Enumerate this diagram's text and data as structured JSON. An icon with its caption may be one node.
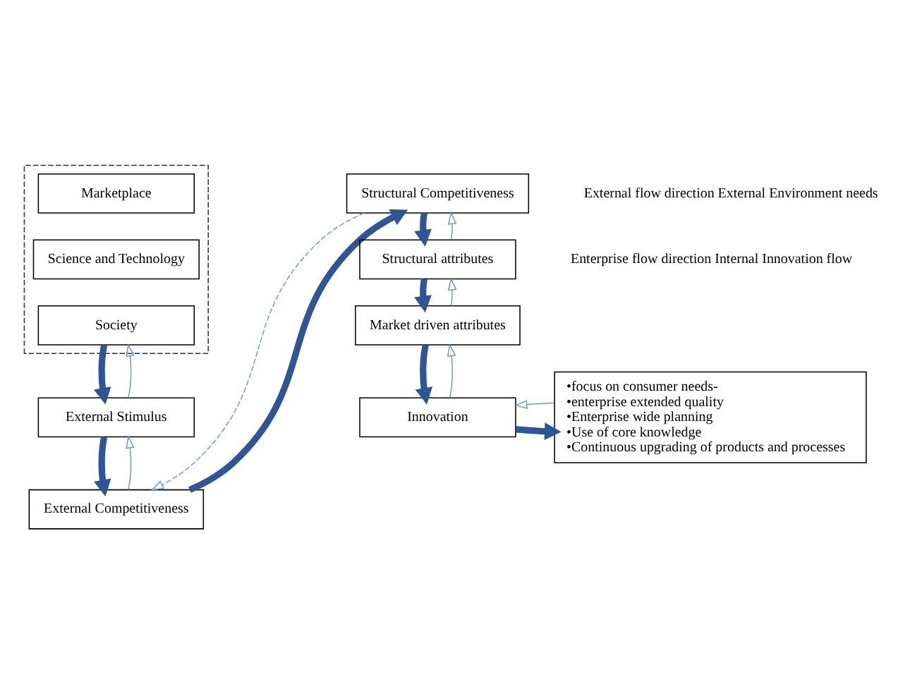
{
  "diagram": {
    "nodes": [
      {
        "text": [],
        "shape": "box"
      },
      {
        "text": [
          "Marketplace"
        ],
        "in": 0
      },
      {
        "text": [
          "Science and Technology"
        ],
        "in": 0
      },
      {
        "text": [
          "Society"
        ],
        "in": 0
      },
      {
        "text": [
          "External Stimulus"
        ]
      },
      {
        "text": [
          "External Competitiveness"
        ]
      },
      {
        "text": [
          "Structural Competitiveness"
        ]
      },
      {
        "text": [
          "Structural attributes"
        ]
      },
      {
        "text": [
          "Market driven attributes"
        ]
      },
      {
        "text": [
          "Innovation"
        ]
      },
      {
        "text": [
          "•focus on consumer needs-",
          "•enterprise extended quality",
          "•Enterprise wide planning",
          "•Use of core knowledge",
          "•Continuous upgrading of products and processes"
        ]
      }
    ],
    "edges": [
      {
        "from": 3,
        "to": 4,
        "arrow": "to",
        "style": "thick",
        "color": "#2f5597"
      },
      {
        "from": 4,
        "to": 3,
        "arrow": "to",
        "color": "#6f9bd1"
      },
      {
        "from": 4,
        "to": 5,
        "arrow": "to",
        "style": "thick",
        "color": "#2f5597"
      },
      {
        "from": 5,
        "to": 4,
        "arrow": "to",
        "color": "#6f9bd1"
      },
      {
        "from": 5,
        "to": 6,
        "arrow": "to",
        "style": "thick",
        "color": "#2f5597"
      },
      {
        "from": 6,
        "to": 5,
        "arrow": "to",
        "style": "dashed",
        "color": "#6f9bd1"
      },
      {
        "from": 6,
        "to": 7,
        "arrow": "to",
        "style": "thick",
        "color": "#2f5597"
      },
      {
        "from": 7,
        "to": 6,
        "arrow": "to",
        "color": "#6f9bd1"
      },
      {
        "from": 7,
        "to": 8,
        "arrow": "to",
        "style": "thick",
        "color": "#2f5597"
      },
      {
        "from": 8,
        "to": 7,
        "arrow": "to",
        "color": "#6f9bd1"
      },
      {
        "from": 8,
        "to": 9,
        "arrow": "to",
        "style": "thick",
        "color": "#2f5597"
      },
      {
        "from": 9,
        "to": 8,
        "arrow": "to",
        "color": "#6f9bd1"
      },
      {
        "from": 9,
        "to": 10,
        "arrow": "to",
        "style": "thick",
        "color": "#2f5597"
      },
      {
        "from": 10,
        "to": 9,
        "arrow": "to",
        "color": "#6f9bd1"
      }
    ],
    "legend": [
      {
        "text": "External flow direction External Environment needs"
      },
      {
        "text": "Enterprise flow direction Internal Innovation flow"
      }
    ]
  }
}
